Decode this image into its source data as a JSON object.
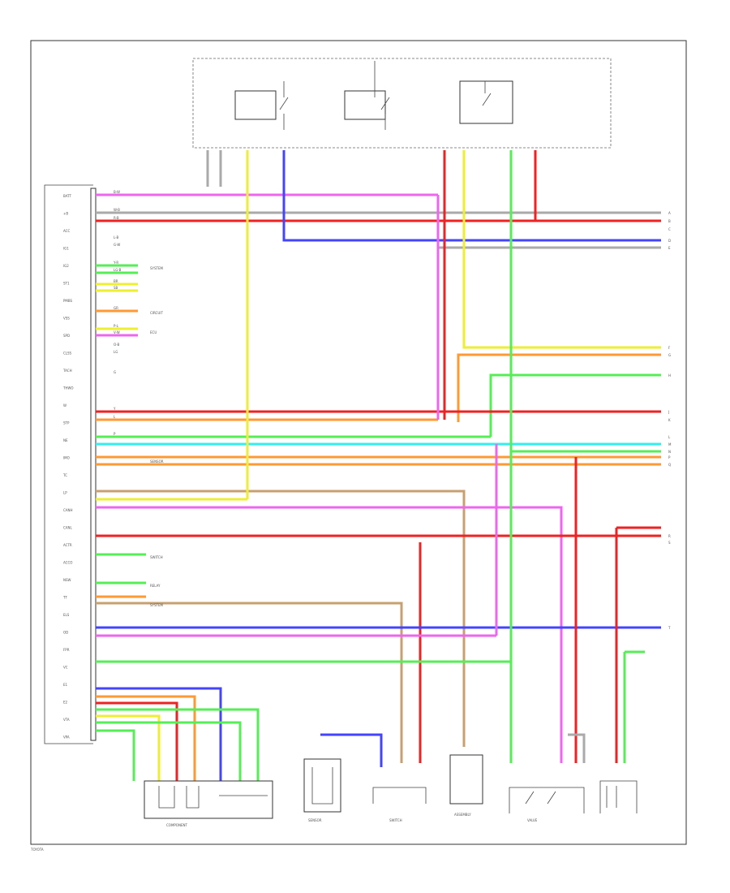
{
  "colors": {
    "pink": "#ee66ee",
    "red": "#ee2222",
    "blue": "#4444ff",
    "lightblue": "#33eeee",
    "green": "#55ee55",
    "yellow": "#eeee33",
    "orange": "#ff9933",
    "brown": "#c8a070",
    "gray": "#aaaaaa",
    "white": "#dddddd",
    "black": "#333333"
  },
  "pin_labels": [
    "BATT",
    "+B",
    "ACC",
    "IG1",
    "IG2",
    "ST1",
    "PMBS",
    "VSS",
    "SPD",
    "CLSS",
    "TACH",
    "THWO",
    "W",
    "STP",
    "NE",
    "IMO",
    "TC",
    "LP",
    "CANH",
    "CANL",
    "ACTR",
    "ACCO",
    "NSW",
    "TT",
    "ELS",
    "OD",
    "FPR",
    "VC",
    "E1",
    "E2",
    "VTA",
    "VPA"
  ],
  "wire_codes": [
    "B-W",
    "W-B",
    "R-B",
    "L-B",
    "G-W",
    "Y-R",
    "LG-B",
    "BR",
    "SB",
    "GR",
    "P-L",
    "V-W",
    "O-B",
    "LG",
    "G",
    "Y",
    "L",
    "P"
  ],
  "callout_labels": [
    "SYSTEM",
    "CIRCUIT",
    "ECU",
    "SENSOR",
    "SWITCH",
    "RELAY"
  ],
  "side_labels": [
    "A",
    "B",
    "C",
    "D",
    "E",
    "F",
    "G",
    "H",
    "J",
    "K",
    "L",
    "M",
    "N",
    "P",
    "Q",
    "R",
    "S",
    "T"
  ],
  "bottom_labels": [
    "COMPONENT",
    "SENSOR",
    "SWITCH",
    "ASSEMBLY",
    "VALVE"
  ],
  "page_ref": "TOYOTA"
}
